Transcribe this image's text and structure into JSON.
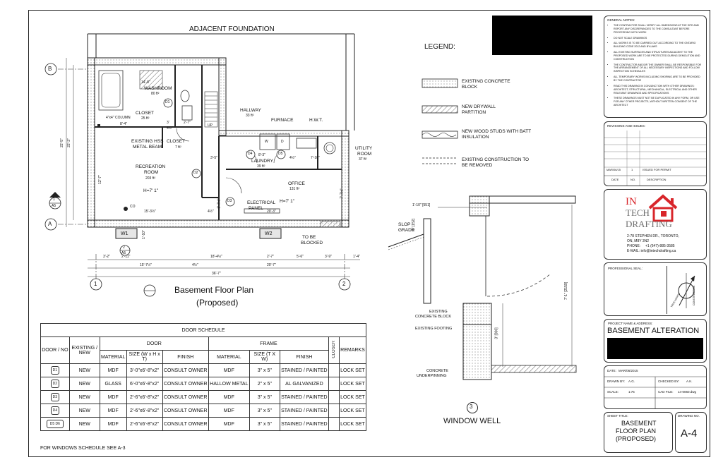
{
  "plan": {
    "adjacent_foundation": "ADJACENT FOUNDATION",
    "legend_title": "LEGEND:",
    "title_line1": "Basement Floor Plan",
    "title_line2": "(Proposed)",
    "grid_b": "B",
    "grid_a": "A",
    "grid_1": "1",
    "grid_2": "2",
    "section_mark_top": "1",
    "section_mark_bottom": "A5",
    "section_mark2_top": "2",
    "section_mark2_bottom": "A5",
    "dims_left": [
      "22'-5\"",
      "22'-3\""
    ],
    "dims_bottom_row1": [
      "3'-2\"",
      "2'-11\"",
      "18'-4½\"",
      "2'-7\"",
      "5'-6\"",
      "3'-9\"",
      "1'-4\""
    ],
    "dims_bottom_row2": [
      "15'-7½\"",
      "4½\"",
      "20'-7\""
    ],
    "dims_bottom_row3": "36'-7\""
  },
  "rooms": {
    "washroom": {
      "dim": "14'-8\"",
      "name": "WASHROOM",
      "area": "80 ft²"
    },
    "closet1": {
      "name": "CLOSET",
      "area": "25 ft²",
      "dim": "8'-4\""
    },
    "column": "4\"x4\" COLUMN",
    "hss": [
      "EXISTING HSS",
      "METAL BEAM"
    ],
    "closet2": {
      "name": "CLOSET",
      "area": "7 ft²"
    },
    "recreation": {
      "name1": "RECREATION",
      "name2": "ROOM",
      "area": "203 ft²",
      "height": "H=7' 1\"",
      "dim": "15'-3½\""
    },
    "hallway": {
      "name": "HALLWAY",
      "area": "33 ft²"
    },
    "furnace": "FURNACE",
    "hwt": "H.W.T.",
    "laundry": {
      "name": "LAUNDRY",
      "area": "39 ft²",
      "dim": "8'-3\""
    },
    "utility": {
      "name1": "UTILITY",
      "name2": "ROOM",
      "area": "37 ft²"
    },
    "office": {
      "name": "OFFICE",
      "area": "131 ft²",
      "height": "H=7' 1\"",
      "dim": "20'-3\""
    },
    "electrical": [
      "ELECTRICAL",
      "PANEL"
    ],
    "to_be_blocked": [
      "TO BE",
      "BLOCKED"
    ],
    "co": "CO",
    "up": "UP",
    "w": "W",
    "d": "D",
    "w1": "W1",
    "w2": "W2",
    "door_tags": [
      "D1",
      "D2",
      "D3",
      "D4",
      "D5"
    ],
    "misc_dims": [
      "3'-5\"",
      "4½\"",
      "7'-10\"",
      "12'-7\"",
      "3'",
      "2'-7\"",
      "4½\"",
      "7'-7½\"",
      "3'-7½\"",
      "4½\"",
      "1'-10\""
    ]
  },
  "legend": [
    {
      "label1": "EXISTING CONCRETE",
      "label2": "BLOCK"
    },
    {
      "label1": "NEW DRYWALL",
      "label2": "PARTITION"
    },
    {
      "label1": "NEW WOOD STUDS WITH BATT",
      "label2": "INSULATION"
    },
    {
      "label1": "EXISTING CONSTRUCTION TO",
      "label2": "BE REMOVED"
    }
  ],
  "window_well": {
    "number": "3",
    "title": "WINDOW WELL",
    "slop_grade": [
      "SLOP",
      "GRADE"
    ],
    "existing_block": [
      "EXISTING",
      "CONCRETE BLOCK"
    ],
    "existing_footing": "EXISTING FOOTING",
    "underpinning": [
      "CONCRETE",
      "UNDERPINNING"
    ],
    "dim_top": "1'-10\" [551]",
    "dim_6": "6\" [152]",
    "dim_3": "3' [900]",
    "dim_7": "7'-1\" [2159]"
  },
  "door_schedule": {
    "title": "DOOR SCHEDULE",
    "head_door_no": "DOOR / NO",
    "head_existing": "EXISTING / NEW",
    "head_door": "DOOR",
    "head_frame": "FRAME",
    "head_closer": "CLOSER",
    "head_remarks": "REMARKS",
    "sub_material": "MATERIAL",
    "sub_size": "SIZE (W x H x T)",
    "sub_finish": "FINISH",
    "sub_fmaterial": "MATERIAL",
    "sub_fsize": "SIZE (T X W)",
    "sub_ffinish": "FINISH",
    "rows": [
      {
        "tag": "D1",
        "existing": "NEW",
        "material": "MDF",
        "size": "3'-0\"x6'-8\"x2\"",
        "finish": "CONSULT OWNER",
        "fmaterial": "MDF",
        "fsize": "3\" x 5\"",
        "ffinish": "STAINED / PAINTED",
        "remarks": "LOCK SET"
      },
      {
        "tag": "D2",
        "existing": "NEW",
        "material": "GLASS",
        "size": "6'-0\"x6'-8\"x2\"",
        "finish": "CONSULT OWNER",
        "fmaterial": "HALLOW METAL",
        "fsize": "2\" x 5\"",
        "ffinish": "AL GALVANIZED",
        "remarks": "LOCK SET"
      },
      {
        "tag": "D3",
        "existing": "NEW",
        "material": "MDF",
        "size": "2'-6\"x6'-8\"x2\"",
        "finish": "CONSULT OWNER",
        "fmaterial": "MDF",
        "fsize": "3\" x 5\"",
        "ffinish": "STAINED / PAINTED",
        "remarks": "LOCK SET"
      },
      {
        "tag": "D4",
        "existing": "NEW",
        "material": "MDF",
        "size": "2'-6\"x6'-8\"x2\"",
        "finish": "CONSULT OWNER",
        "fmaterial": "MDF",
        "fsize": "3\" x 5\"",
        "ffinish": "STAINED / PAINTED",
        "remarks": "LOCK SET"
      },
      {
        "tag": "D5 D6",
        "existing": "NEW",
        "material": "MDF",
        "size": "2'-6\"x6'-8\"x2\"",
        "finish": "CONSULT OWNER",
        "fmaterial": "MDF",
        "fsize": "3\" x 5\"",
        "ffinish": "STAINED / PAINTED",
        "remarks": "LOCK SET"
      }
    ],
    "footnote": "FOR WINDOWS SCHEDULE SEE A-3"
  },
  "title_block": {
    "general_notes_title": "GENERAL NOTES:",
    "notes": [
      "THE CONTRACTOR SHALL VERIFY ALL DIMENSIONS AT THE SITE AND REPORT ANY DISCREPANCIES TO THE CONSULTANT BEFORE PROCEEDING WITH WORK",
      "DO NOT SCALE DRAWINGS",
      "ALL WORKS IS TO BE CARRIED OUT ACCORDING TO THE ONTARIO BUILDING CODE 2012 AND BYLAWS",
      "ALL EXISTING SURFACES AND STRUCTURES ADJACENT TO THE PROPOSED WORK ARE TO BE PROTECTED DURING DEMOLITION AND CONSTRUCTION",
      "THE CONTRACTOR AND/OR THE OWNER SHALL BE RESPONSIBLE FOR THE ARRANGEMENT OF ALL NECESSARY INSPECTIONS AND FOLLOW INSPECTION SCHEDULES",
      "ALL TEMPORARY WORKS INCLUDING SHORING ARE TO BE PROVIDED BY THE CONTRACTOR",
      "READ THIS DRAWING IN CONJUNCTION WITH OTHER DRAWINGS: ARCHITECT, STRUCTURAL, MECHANICAL, ELECTRICAL AND OTHER RELEVANT DRAWINGS AND SPECIFICATIONS",
      "THESE DRAWINGS MUST NOT BE DUPLICATED IN ANY FORM, OR USE FOR ANY OTHER PROJECTS, WITHOUT WRITTEN CONSENT OF THE ARCHITECT"
    ],
    "revisions_title": "REVISIONS AND ISSUES:",
    "rev_date": "MAR/06/15",
    "rev_no": "1",
    "rev_desc": "ISSUED FOR PERMIT",
    "rev_head_date": "DATE",
    "rev_head_no": "NO.",
    "rev_head_desc": "DESCRIPTION",
    "logo_line1": "IN",
    "logo_line2": "TECH",
    "logo_line3": "DRAFTING",
    "address1": "2-78 STEPHEN DR., TORONTO,",
    "address2": "ON, M8Y 3N2",
    "phone_label": "PHONE:",
    "phone": "+1 (647)-885-3585",
    "email": "E-MAIL: info@intechdrafting.ca",
    "professional_seal": "PROFESSIONAL SEAL:",
    "north_true": "TRUE NORTH",
    "north_construction": "CONSTRUCTION",
    "project_label": "PROJECT NAME & ADDRESS:",
    "project_name": "BASEMENT ALTERATION",
    "date_label": "DATE:",
    "date": "MAR/06/2015",
    "drawn_label": "DRAWN BY:",
    "drawn": "A.G.",
    "checked_label": "CHECKED BY:",
    "checked": "A.K.",
    "scale_label": "SCALE:",
    "scale": "1:75",
    "cad_label": "CAD FILE:",
    "cad": "14-0060.dwg",
    "sheet_title_label": "SHEET TITLE:",
    "sheet_title": [
      "BASEMENT",
      "FLOOR PLAN",
      "(PROPOSED)"
    ],
    "drawing_no_label": "DRAWING NO.",
    "drawing_no": "A-4"
  },
  "colors": {
    "ink": "#111111",
    "logo_red": "#d8252a",
    "logo_gray": "#6f6f6f",
    "wall_fill": "#d9d9d9",
    "redaction": "#000000"
  }
}
